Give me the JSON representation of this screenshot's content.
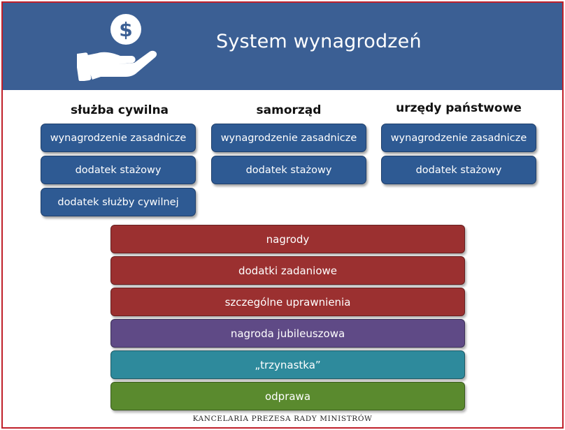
{
  "header": {
    "title": "System wynagrodzeń",
    "icon": "hand-dollar-icon",
    "background": "#3b5f94"
  },
  "columns": [
    {
      "heading": "służba cywilna",
      "items": [
        "wynagrodzenie zasadnicze",
        "dodatek stażowy",
        "dodatek służby cywilnej"
      ]
    },
    {
      "heading": "samorząd",
      "items": [
        "wynagrodzenie zasadnicze",
        "dodatek stażowy"
      ]
    },
    {
      "heading": "urzędy państwowe",
      "items": [
        "wynagrodzenie zasadnicze",
        "dodatek stażowy"
      ]
    }
  ],
  "shared": [
    {
      "label": "nagrody",
      "color": "#9b3030"
    },
    {
      "label": "dodatki zadaniowe",
      "color": "#9b3030"
    },
    {
      "label": "szczególne uprawnienia",
      "color": "#9b3030"
    },
    {
      "label": "nagroda jubileuszowa",
      "color": "#5f4a86"
    },
    {
      "label": "„trzynastka”",
      "color": "#2e8a9c"
    },
    {
      "label": "odprawa",
      "color": "#5a8a2e"
    }
  ],
  "footer": "KANCELARIA PREZESA RADY MINISTRÓW",
  "colors": {
    "box": "#2e5a93",
    "frame": "#c0202a"
  }
}
